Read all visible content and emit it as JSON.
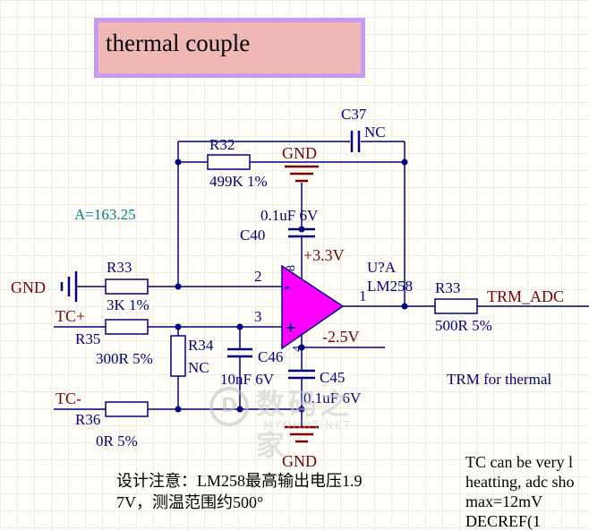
{
  "title": "thermal couple",
  "gain_label": "A=163.25",
  "components": {
    "r32": {
      "ref": "R32",
      "value": "499K 1%"
    },
    "c37": {
      "ref": "C37",
      "value": "NC"
    },
    "c40": {
      "ref": "C40",
      "value": "0.1uF 6V"
    },
    "r33_in": {
      "ref": "R33",
      "value": "3K 1%"
    },
    "r35": {
      "ref": "R35",
      "value": "300R 5%"
    },
    "r34": {
      "ref": "R34",
      "value": "NC"
    },
    "c46": {
      "ref": "C46",
      "value": "10nF 6V"
    },
    "c45": {
      "ref": "C45",
      "value": "0.1uF 6V"
    },
    "r36": {
      "ref": "R36",
      "value": "0R 5%"
    },
    "r33_out": {
      "ref": "R33",
      "value": "500R 5%"
    },
    "opamp": {
      "ref": "U?A",
      "part": "LM258"
    }
  },
  "pins": {
    "inv": "2",
    "noninv": "3",
    "out": "1",
    "vplus": "8",
    "vminus": "4",
    "minus_sign": "-",
    "plus_sign": "+"
  },
  "nets": {
    "gnd_left": "GND",
    "gnd_top": "GND",
    "gnd_bottom": "GND",
    "vpos": "+3.3V",
    "vneg": "-2.5V",
    "tc_plus": "TC+",
    "tc_minus": "TC-",
    "output": "TRM_ADC"
  },
  "annotations": {
    "trm_note": "TRM for thermal",
    "design_note_line1": "设计注意：LM258最高输出电压1.9",
    "design_note_line2": "7V，测温范围约500°",
    "tc_note_line1": "TC can be very l",
    "tc_note_line2": "heatting, adc sho",
    "tc_note_line3": "max=12mV",
    "tc_note_line4": "DECREF(1"
  },
  "watermark": {
    "mark": "D",
    "main": "数码之家",
    "sub": "MYDIGIT.NET"
  },
  "colors": {
    "wire": "#000080",
    "label": "#000080",
    "power": "#800000",
    "gain": "#008080",
    "opamp_fill": "#ff00ff",
    "resistor_fill": "#ffffff",
    "junction": "#000080",
    "title_fill": "#f0b8b4",
    "title_border": "#c79bf2"
  }
}
